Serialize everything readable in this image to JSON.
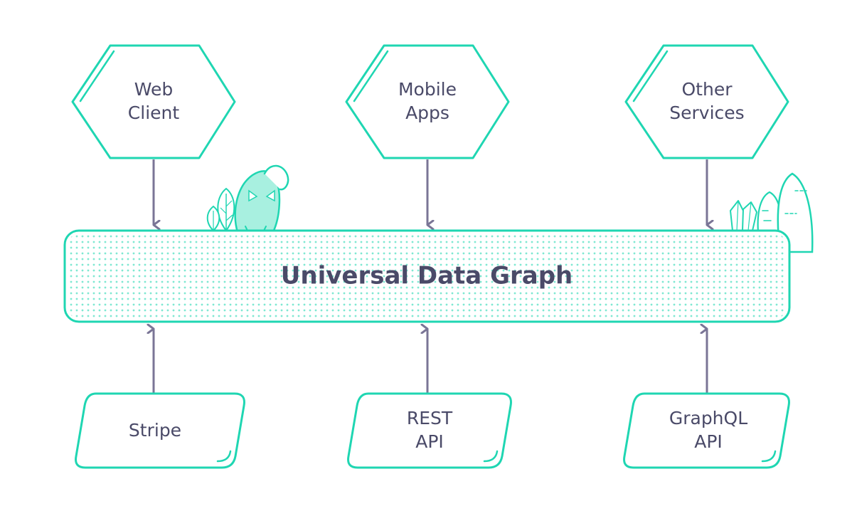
{
  "colors": {
    "accent": "#1fd6b2",
    "arrow": "#7a7596",
    "text": "#4a4a68",
    "dots": "#7fe8d2"
  },
  "clients": [
    {
      "line1": "Web",
      "line2": "Client"
    },
    {
      "line1": "Mobile",
      "line2": "Apps"
    },
    {
      "line1": "Other",
      "line2": "Services"
    }
  ],
  "graph": {
    "label": "Universal Data Graph"
  },
  "sources": [
    {
      "line1": "Stripe",
      "line2": ""
    },
    {
      "line1": "REST",
      "line2": "API"
    },
    {
      "line1": "GraphQL",
      "line2": "API"
    }
  ],
  "decorations": [
    "mascot-icon",
    "leaf-icon",
    "crystal-icon",
    "cactus-icon"
  ]
}
